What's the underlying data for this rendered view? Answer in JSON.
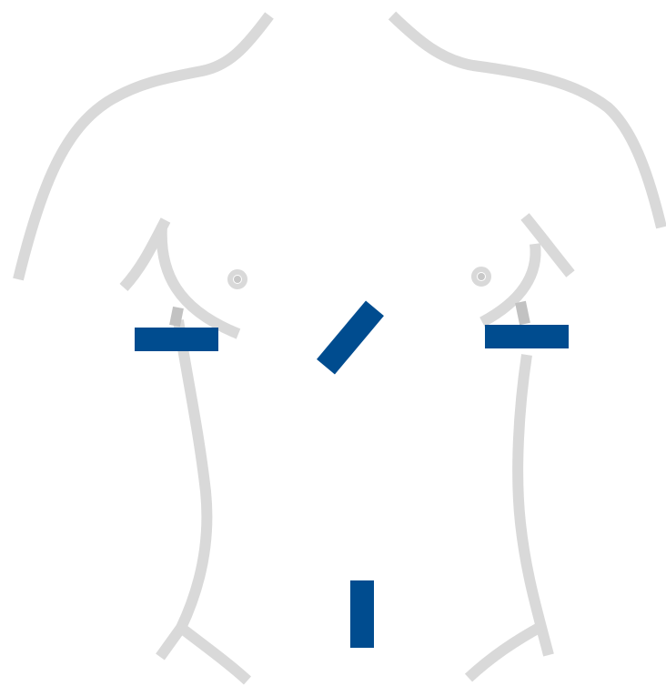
{
  "colors": {
    "background": "#ffffff",
    "body_outline": "#d9d9d9",
    "outline_shadow": "#c2c2c2",
    "nipple_center": "#c8c8c8",
    "electrode": "#004c8f"
  },
  "electrodes": [
    {
      "id": "right-side",
      "orientation": "horizontal"
    },
    {
      "id": "sternum",
      "orientation": "diagonal"
    },
    {
      "id": "left-side",
      "orientation": "horizontal"
    },
    {
      "id": "lower-abdomen",
      "orientation": "vertical"
    }
  ]
}
